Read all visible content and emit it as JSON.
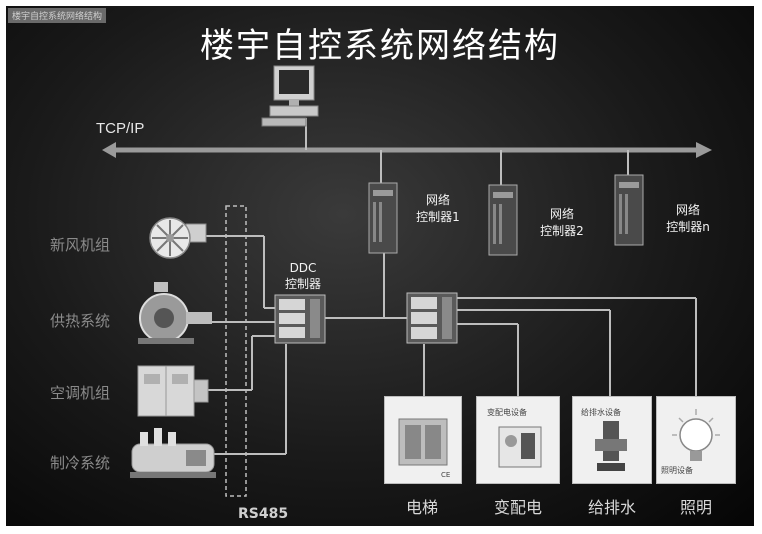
{
  "screen_tag": "楼宇自控系统网络结构",
  "title": "楼宇自控系统网络结构",
  "network": {
    "backbone_label": "TCP/IP",
    "bus_label": "RS485"
  },
  "network_controllers": [
    {
      "line1": "网络",
      "line2": "控制器1"
    },
    {
      "line1": "网络",
      "line2": "控制器2"
    },
    {
      "line1": "网络",
      "line2": "控制器n"
    }
  ],
  "ddc": {
    "line1": "DDC",
    "line2": "控制器"
  },
  "devices_left": [
    {
      "label": "新风机组",
      "icon": "fan-icon"
    },
    {
      "label": "供热系统",
      "icon": "pump-icon"
    },
    {
      "label": "空调机组",
      "icon": "ahu-icon"
    },
    {
      "label": "制冷系统",
      "icon": "chiller-icon"
    }
  ],
  "subsystems": [
    {
      "label": "电梯",
      "panel_caption": "CE",
      "icon": "elevator-icon"
    },
    {
      "label": "变配电",
      "panel_caption": "变配电设备",
      "icon": "power-distribution-icon"
    },
    {
      "label": "给排水",
      "panel_caption": "给排水设备",
      "icon": "water-pump-icon"
    },
    {
      "label": "照明",
      "panel_caption": "照明设备",
      "icon": "light-bulb-icon"
    }
  ]
}
